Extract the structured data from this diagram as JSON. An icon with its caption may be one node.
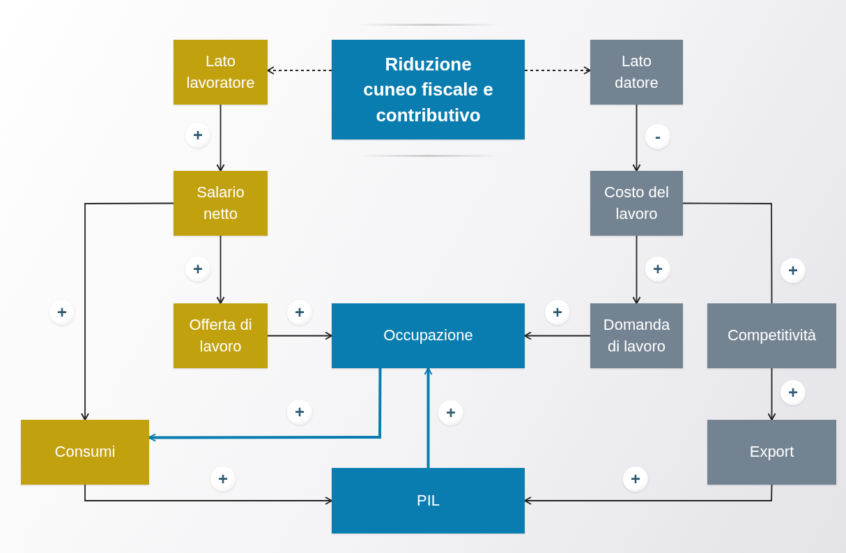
{
  "diagram": {
    "nodes": [
      {
        "text": [
          "Riduzione cuneo fiscale e contributivo"
        ]
      },
      {
        "text": [
          "Lato lavoratore"
        ]
      },
      {
        "text": [
          "Lato datore"
        ]
      },
      {
        "text": [
          "Salario netto"
        ]
      },
      {
        "text": [
          "Costo del lavoro"
        ]
      },
      {
        "text": [
          "Offerta di lavoro"
        ]
      },
      {
        "text": [
          "Occupazione"
        ]
      },
      {
        "text": [
          "Domanda di lavoro"
        ]
      },
      {
        "text": [
          "Competitività"
        ]
      },
      {
        "text": [
          "Consumi"
        ]
      },
      {
        "text": [
          "Export"
        ]
      },
      {
        "text": [
          "PIL"
        ]
      }
    ],
    "edges": [
      {
        "from": 0,
        "to": 1,
        "arrow": "to",
        "style": "dashed"
      },
      {
        "from": 0,
        "to": 2,
        "arrow": "to",
        "style": "dashed"
      },
      {
        "from": 1,
        "to": 3,
        "arrow": "to",
        "label": "+"
      },
      {
        "from": 2,
        "to": 4,
        "arrow": "to",
        "label": "-"
      },
      {
        "from": 3,
        "to": 5,
        "arrow": "to",
        "label": "+"
      },
      {
        "from": 3,
        "to": 9,
        "arrow": "to",
        "label": "+"
      },
      {
        "from": 4,
        "to": 7,
        "arrow": "to",
        "label": "+"
      },
      {
        "from": 4,
        "to": 8,
        "arrow": "none",
        "label": "+"
      },
      {
        "from": 5,
        "to": 6,
        "arrow": "to",
        "label": "+"
      },
      {
        "from": 7,
        "to": 6,
        "arrow": "to",
        "label": "+"
      },
      {
        "from": 8,
        "to": 10,
        "arrow": "to",
        "label": "+"
      },
      {
        "from": 6,
        "to": 9,
        "arrow": "to",
        "label": "+",
        "style": "thick",
        "color": "#0a7db0"
      },
      {
        "from": 11,
        "to": 6,
        "arrow": "to",
        "label": "+",
        "style": "thick",
        "color": "#0a7db0"
      },
      {
        "from": 9,
        "to": 11,
        "arrow": "to",
        "label": "+"
      },
      {
        "from": 10,
        "to": 11,
        "arrow": "to",
        "label": "+"
      }
    ]
  }
}
